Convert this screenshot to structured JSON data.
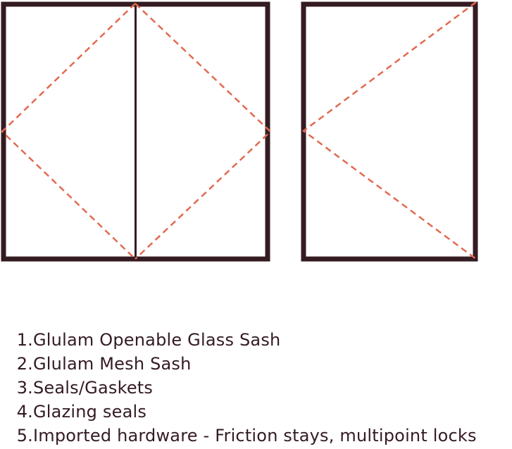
{
  "colors": {
    "frame": "#341b22",
    "dash": "#e26a4f",
    "text": "#341b22"
  },
  "diagram": {
    "panels": [
      {
        "name": "double-sash-window",
        "opening": "double-casement-diamond"
      },
      {
        "name": "single-sash-window",
        "opening": "side-hung-left"
      }
    ]
  },
  "legend": {
    "items": [
      {
        "num": "1.",
        "label": "Glulam Openable Glass Sash"
      },
      {
        "num": "2.",
        "label": "Glulam Mesh Sash"
      },
      {
        "num": "3.",
        "label": "Seals/Gaskets"
      },
      {
        "num": "4.",
        "label": "Glazing seals"
      },
      {
        "num": "5.",
        "label": "Imported hardware - Friction stays, multipoint locks"
      }
    ]
  }
}
